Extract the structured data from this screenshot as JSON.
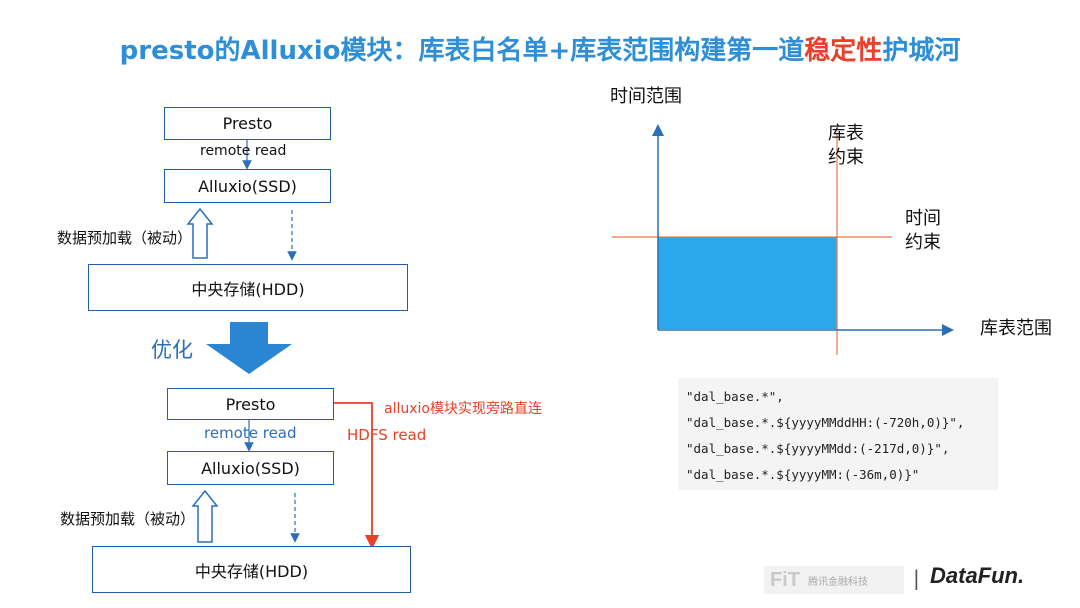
{
  "title": {
    "part1": "presto的Alluxio模块：库表白名单+库表范围构建第一道",
    "highlight": "稳定性",
    "part2": "护城河"
  },
  "top_flow": {
    "presto": "Presto",
    "remote_read": "remote read",
    "alluxio": "Alluxio(SSD)",
    "preload": "数据预加载（被动）",
    "storage": "中央存储(HDD)"
  },
  "optimize_label": "优化",
  "bottom_flow": {
    "presto": "Presto",
    "remote_read": "remote read",
    "alluxio": "Alluxio(SSD)",
    "preload": "数据预加载（被动）",
    "storage": "中央存储(HDD)",
    "bypass_note": "alluxio模块实现旁路直连",
    "hdfs_read": "HDFS read"
  },
  "range_diagram": {
    "y_axis": "时间范围",
    "x_axis": "库表范围",
    "table_constraint_1": "库表",
    "table_constraint_2": "约束",
    "time_constraint_1": "时间",
    "time_constraint_2": "约束",
    "fill_color": "#2aa8ec",
    "line_color": "#e8794a"
  },
  "code_lines": [
    "\"dal_base.*\",",
    "\"dal_base.*.${yyyyMMddHH:(-720h,0)}\",",
    "\"dal_base.*.${yyyyMMdd:(-217d,0)}\",",
    "\"dal_base.*.${yyyyMM:(-36m,0)}\""
  ],
  "footer": {
    "fit_logo": "FiT",
    "fit_name": "腾讯金融科技",
    "separator": "|",
    "datafun": "DataFun."
  }
}
